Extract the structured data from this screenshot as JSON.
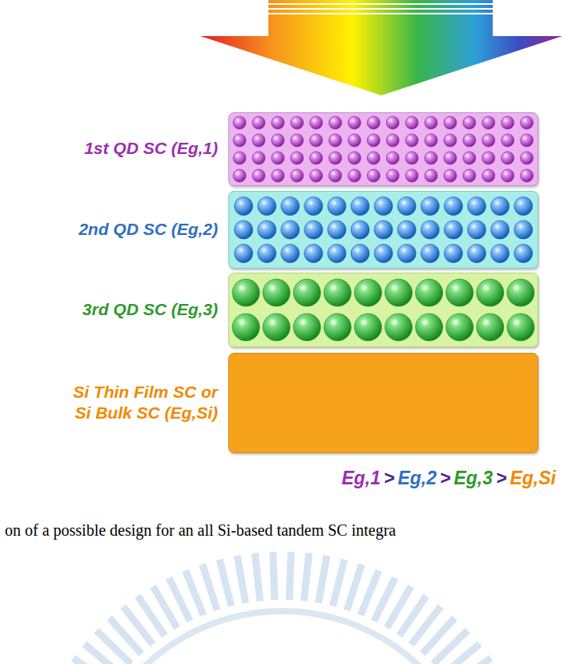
{
  "diagram": {
    "nodes": [
      {
        "text": [
          "1st QD SC (Eg,1)"
        ]
      },
      {
        "text": [
          "2nd QD SC (Eg,2)"
        ]
      },
      {
        "text": [
          "3rd QD SC (Eg,3)"
        ]
      },
      {
        "text": [
          "Si Thin Film SC or Si Bulk SC (Eg,Si)"
        ]
      }
    ],
    "labels": [
      "Eg,1",
      ">",
      "Eg,2",
      ">",
      "Eg,3",
      ">",
      "Eg,Si",
      "on of a possible design for an all Si-based tandem SC integra"
    ]
  }
}
